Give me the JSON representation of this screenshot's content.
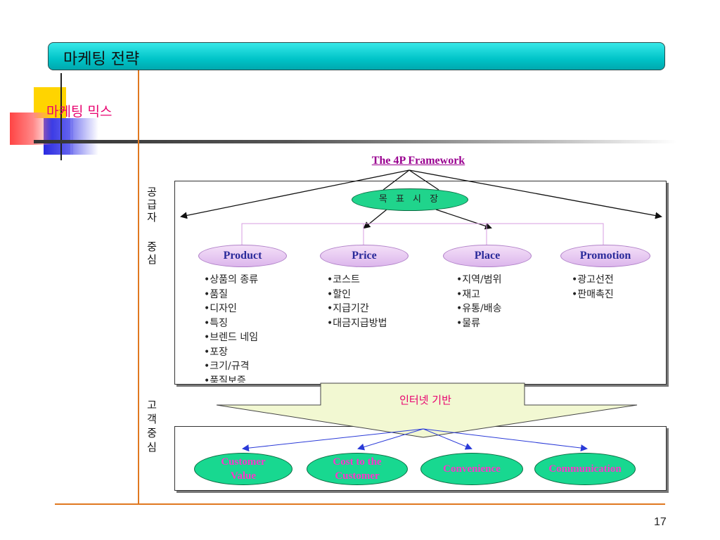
{
  "slide": {
    "title": "마케팅 전략",
    "subtitle": "마케팅 믹스",
    "page_number": "17"
  },
  "side_labels": {
    "supplier": [
      "공",
      "급",
      "자",
      "",
      "중",
      "심"
    ],
    "customer": [
      "고",
      "객",
      "중",
      "심"
    ]
  },
  "framework": {
    "title": "The 4P Framework",
    "target_market": "목 표 시 장",
    "ps": [
      {
        "label": "Product",
        "items": [
          "•상품의 종류",
          "•품질",
          "•디자인",
          "•특징",
          "•브렌드 네임",
          "•포장",
          "•크기/규격",
          "•품질보증"
        ]
      },
      {
        "label": "Price",
        "items": [
          "•코스트",
          "•할인",
          "•지급기간",
          "•대금지급방법"
        ]
      },
      {
        "label": "Place",
        "items": [
          "•지역/범위",
          "•재고",
          "•유통/배송",
          "•물류"
        ]
      },
      {
        "label": "Promotion",
        "items": [
          "•광고선전",
          "•판매촉진"
        ]
      }
    ],
    "internet_label": "인터넷 기반",
    "cs": [
      {
        "line1": "Customer",
        "line2": "Value"
      },
      {
        "line1": "Cost to the",
        "line2": "Customer"
      },
      {
        "line1": "Convenience",
        "line2": ""
      },
      {
        "line1": "Communication",
        "line2": ""
      }
    ]
  },
  "colors": {
    "title_bar": "#00c4c8",
    "accent_orange": "#e07820",
    "pill_fill": "#dcb6ec",
    "oval_green": "#18d890",
    "magenta_text": "#e8006e",
    "arrow_blue": "#2a3ad8"
  }
}
